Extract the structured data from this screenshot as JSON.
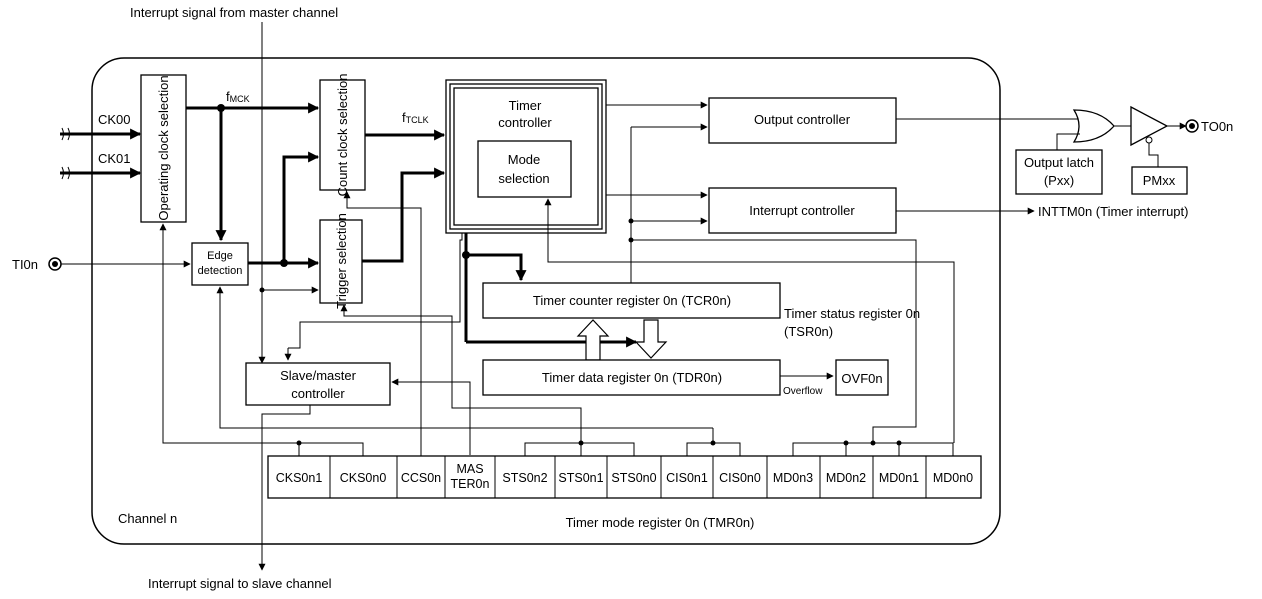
{
  "top_signal": "Interrupt signal from master channel",
  "bottom_signal": "Interrupt signal to slave channel",
  "channel_label": "Channel n",
  "inputs": {
    "ck00": "CK00",
    "ck01": "CK01",
    "ti0n": "TI0n"
  },
  "fmck": {
    "f": "f",
    "sub": "MCK"
  },
  "ftclk": {
    "f": "f",
    "sub": "TCLK"
  },
  "blocks": {
    "operating_clock": "Operating clock selection",
    "count_clock": "Count clock selection",
    "edge_detection": [
      "Edge",
      "detection"
    ],
    "trigger_selection": "Trigger selection",
    "timer_controller": [
      "Timer",
      "controller"
    ],
    "mode_selection": [
      "Mode",
      "selection"
    ],
    "output_controller": "Output controller",
    "interrupt_controller": "Interrupt controller",
    "tcr": "Timer counter register 0n (TCR0n)",
    "tdr": "Timer data register 0n (TDR0n)",
    "slave_master": [
      "Slave/master",
      "controller"
    ],
    "ovf": "OVF0n",
    "output_latch": [
      "Output latch",
      "(Pxx)"
    ],
    "pmxx": "PMxx"
  },
  "tsr_label": [
    "Timer status register 0n",
    "(TSR0n)"
  ],
  "overflow_label": "Overflow",
  "outputs": {
    "to0n": "TO0n",
    "inttm": "INTTM0n (Timer interrupt)"
  },
  "tmr_bits": [
    "CKS0n1",
    "CKS0n0",
    "CCS0n",
    "MAS|TER0n",
    "STS0n2",
    "STS0n1",
    "STS0n0",
    "CIS0n1",
    "CIS0n0",
    "MD0n3",
    "MD0n2",
    "MD0n1",
    "MD0n0"
  ],
  "tmr_label": "Timer mode register 0n (TMR0n)"
}
